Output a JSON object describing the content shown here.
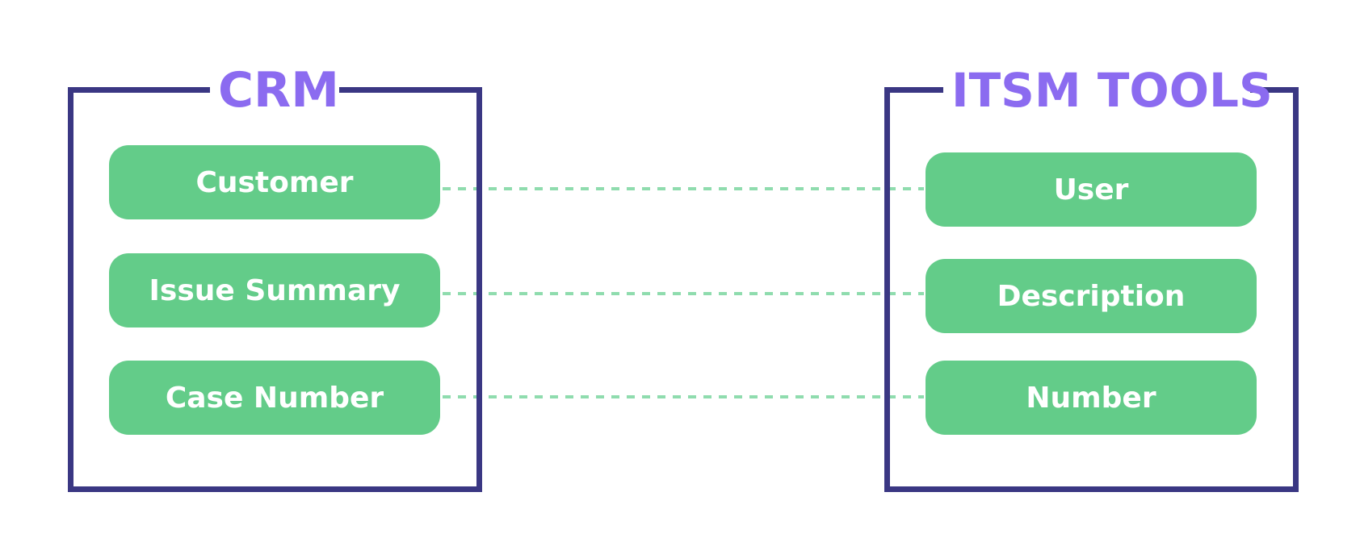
{
  "diagram": {
    "left_group": {
      "title": "CRM",
      "fields": [
        "Customer",
        "Issue Summary",
        "Case Number"
      ]
    },
    "right_group": {
      "title": "ITSM TOOLS",
      "fields": [
        "User",
        "Description",
        "Number"
      ]
    },
    "mappings": [
      {
        "from": "Customer",
        "to": "User"
      },
      {
        "from": "Issue Summary",
        "to": "Description"
      },
      {
        "from": "Case Number",
        "to": "Number"
      }
    ],
    "colors": {
      "box_border": "#3a3783",
      "title": "#8b6bf0",
      "field_fill": "#63cc89",
      "field_text": "#ffffff",
      "connector": "#8fdcae"
    }
  }
}
